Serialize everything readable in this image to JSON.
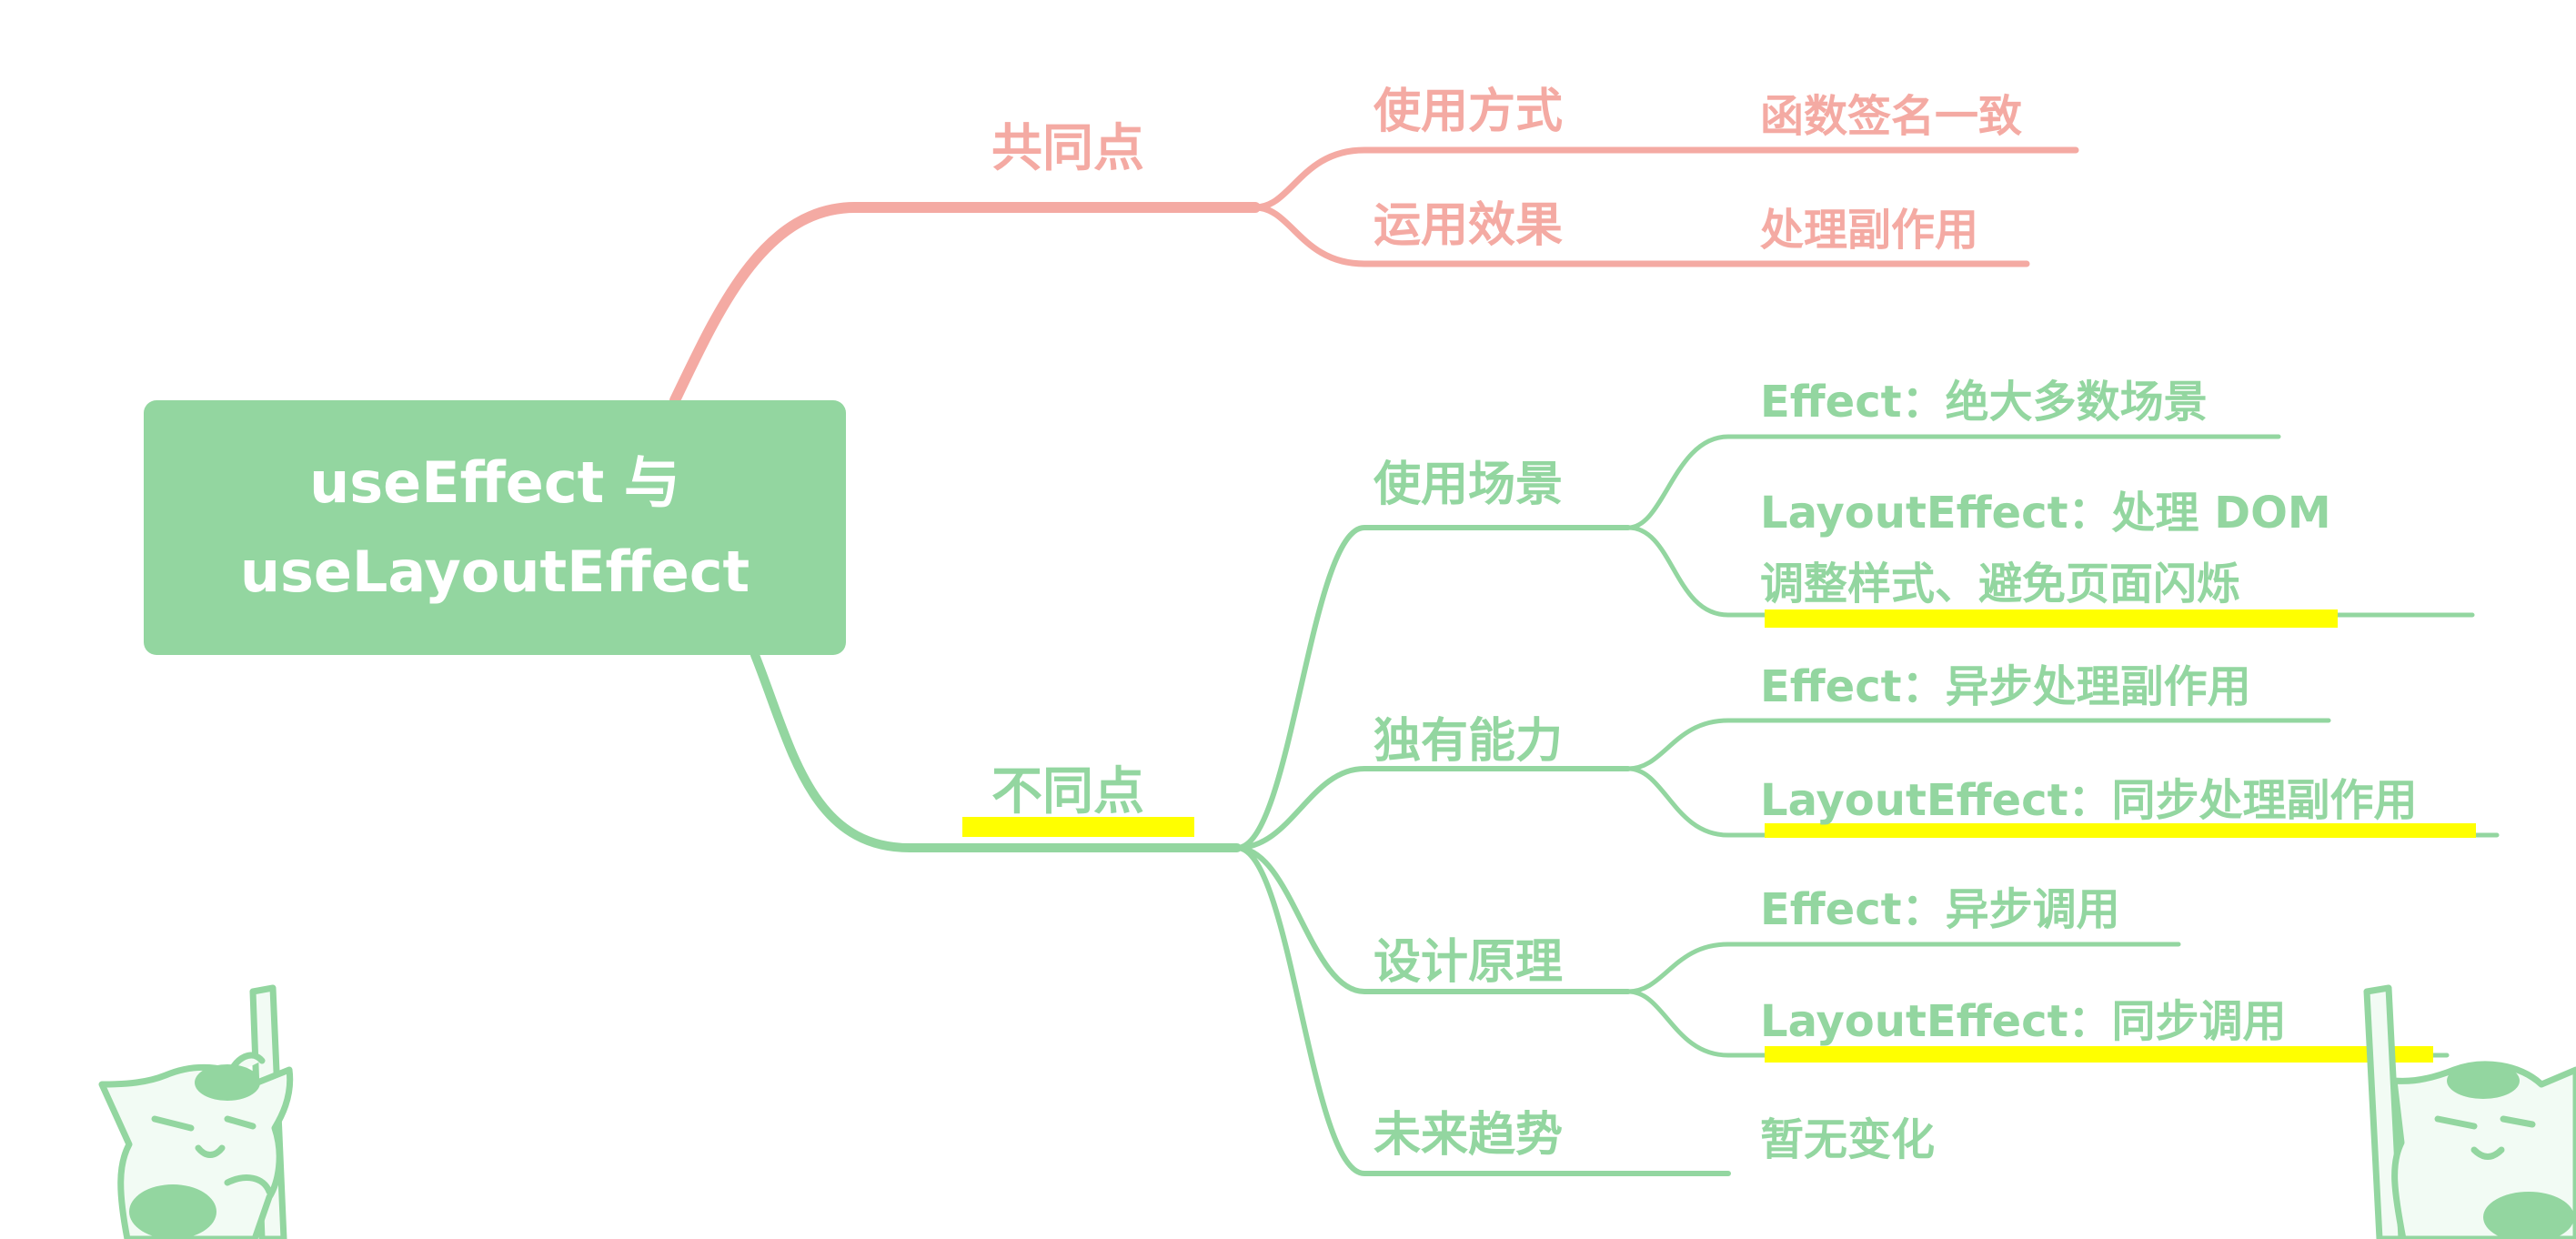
{
  "root": {
    "line1": "useEffect 与",
    "line2": "useLayoutEffect"
  },
  "common": {
    "label": "共同点",
    "items": [
      {
        "label": "使用方式",
        "detail": "函数签名一致"
      },
      {
        "label": "运用效果",
        "detail": "处理副作用"
      }
    ]
  },
  "diff": {
    "label": "不同点",
    "groups": [
      {
        "label": "使用场景",
        "details": [
          "Effect：绝大多数场景",
          "LayoutEffect：处理 DOM",
          "调整样式、避免页面闪烁"
        ]
      },
      {
        "label": "独有能力",
        "details": [
          "Effect：异步处理副作用",
          "LayoutEffect：同步处理副作用"
        ]
      },
      {
        "label": "设计原理",
        "details": [
          "Effect：异步调用",
          "LayoutEffect：同步调用"
        ]
      },
      {
        "label": "未来趋势",
        "details": [
          "暂无变化"
        ]
      }
    ]
  },
  "colors": {
    "pink": "#f4aaa3",
    "green": "#93d6a0",
    "highlight": "#ffff00"
  },
  "icons": {
    "left": "cat-mascot-icon",
    "right": "cat-mascot-icon"
  }
}
